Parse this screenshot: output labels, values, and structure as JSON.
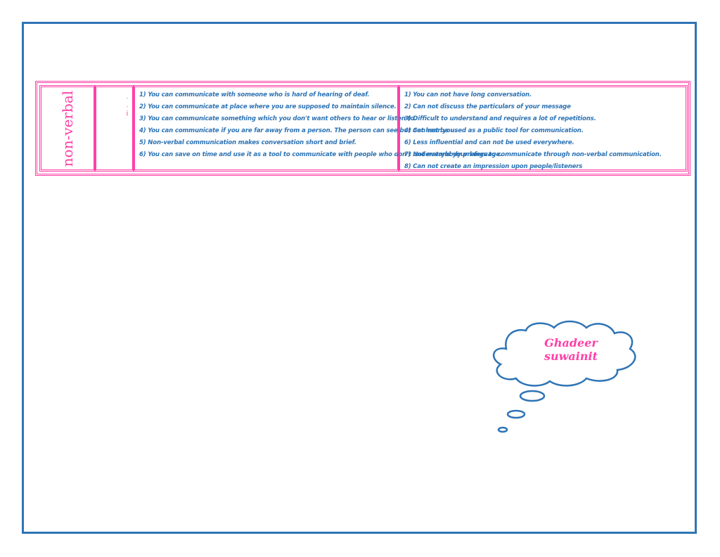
{
  "table": {
    "row_label": "non-verbal",
    "second_column_text": ". . i",
    "advantages": [
      "1) You can communicate with someone who is hard of hearing of deaf.",
      "2) You can communicate at place where you are supposed to maintain silence.",
      "3) You can communicate something which you don't want others to hear or listen to.",
      "4) You can communicate if you are far away from a person. The person can see but not hear you.",
      "5) Non-verbal communication makes conversation short and brief.",
      "6) You can save on time and use it as a tool to communicate with people who don't understand your language."
    ],
    "disadvantages": [
      "1) You can not have long conversation.",
      "2) Can not discuss the particulars of your message",
      "3) Difficult to understand and requires a lot of repetitions.",
      "4) Can not be used as a public tool for communication.",
      "6) Less influential and can not be used everywhere.",
      "7) Not everybody prefers to communicate through non-verbal communication.",
      "8) Can not create an impression upon people/listeners"
    ]
  },
  "thought_bubble": {
    "text": "Ghadeer suwainit"
  },
  "colors": {
    "frame": "#2e74b5",
    "table_border": "#ff3fa8",
    "body_text": "#2e74b5",
    "accent_text": "#ff3fa8"
  }
}
